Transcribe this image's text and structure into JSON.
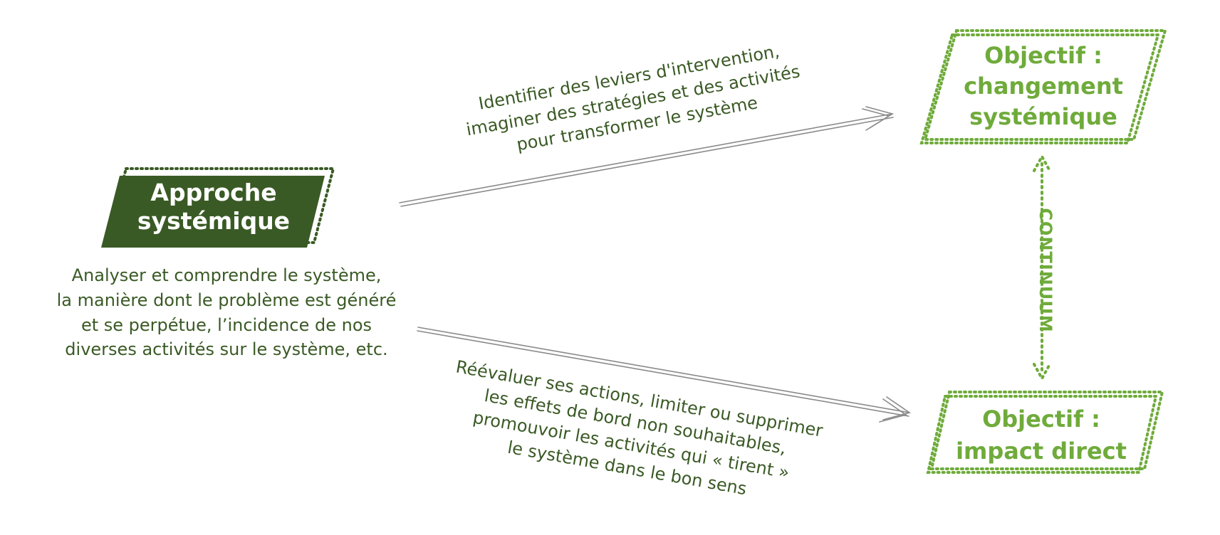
{
  "colors": {
    "dark_green": "#3a5a25",
    "light_green": "#6fab3b",
    "arrow_gray": "#8a8a8a",
    "background": "#ffffff"
  },
  "approach": {
    "title_line1": "Approche",
    "title_line2": "systémique",
    "description": [
      "Analyser et comprendre le système,",
      "la manière dont le problème est généré",
      "et se perpétue, l’incidence de nos",
      "diverses activités sur le système, etc."
    ]
  },
  "top_arrow": {
    "label": [
      "Identifier des leviers d'intervention,",
      "imaginer des stratégies et des activités",
      "pour transformer le système"
    ]
  },
  "bottom_arrow": {
    "label": [
      "Réévaluer ses actions, limiter ou supprimer",
      "les effets de bord non souhaitables,",
      "promouvoir les activités qui « tirent »",
      "le système dans le bon sens"
    ]
  },
  "goal_systemic": {
    "title_line1": "Objectif :",
    "title_line2": "changement",
    "title_line3": "systémique"
  },
  "goal_direct": {
    "title_line1": "Objectif :",
    "title_line2": "impact direct"
  },
  "link": {
    "label": "CONTINUUM"
  }
}
